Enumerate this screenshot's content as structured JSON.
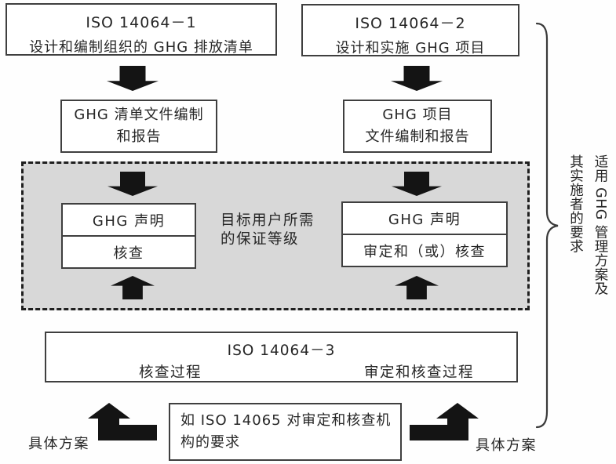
{
  "diagram": {
    "boxes": {
      "iso14064_1": {
        "title": "ISO 14064－1",
        "subtitle": "设计和编制组织的 GHG 排放清单"
      },
      "iso14064_2": {
        "title": "ISO 14064－2",
        "subtitle": "设计和实施 GHG 项目"
      },
      "inventory_doc": {
        "line1": "GHG 清单文件编制",
        "line2": "和报告"
      },
      "project_doc": {
        "line1": "GHG 项目",
        "line2": "文件编制和报告"
      },
      "left_claim": {
        "top": "GHG 声明",
        "bottom": "核查"
      },
      "right_claim": {
        "top": "GHG 声明",
        "bottom": "审定和（或）核查"
      },
      "assurance_note": {
        "line1": "目标用户所需",
        "line2": "的保证等级"
      },
      "iso14064_3": {
        "title": "ISO 14064－3",
        "left_process": "核查过程",
        "right_process": "审定和核查过程"
      },
      "iso14065": {
        "line1": "如 ISO 14065 对审定和核查机",
        "line2": "构的要求"
      }
    },
    "labels": {
      "scheme_left": "具体方案",
      "scheme_right": "具体方案",
      "brace_col_outer": "适用 GHG 管理方案及",
      "brace_col_inner": "其实施者的要求"
    },
    "colors": {
      "arrow": "#141414",
      "box_border": "#3f3f3f",
      "dashed_fill": "#d8d8d8",
      "text": "#262626"
    }
  }
}
